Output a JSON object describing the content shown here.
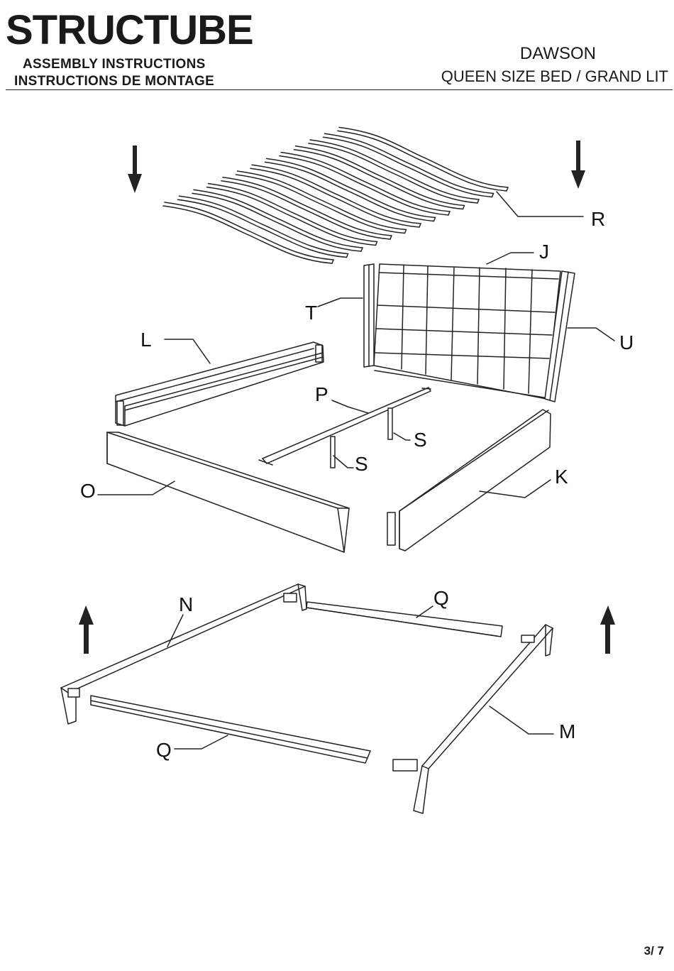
{
  "header": {
    "brand": "STRUCTUBE",
    "subtitle_en": "ASSEMBLY INSTRUCTIONS",
    "subtitle_fr": "INSTRUCTIONS DE MONTAGE",
    "model": "DAWSON",
    "product": "QUEEN SIZE BED / GRAND LIT"
  },
  "diagram": {
    "labels": {
      "R": "R",
      "J": "J",
      "T": "T",
      "U": "U",
      "L": "L",
      "P": "P",
      "S1": "S",
      "S2": "S",
      "O": "O",
      "K": "K",
      "N": "N",
      "Q1": "Q",
      "Q2": "Q",
      "M": "M"
    },
    "icons": [
      "arrow-down-icon",
      "arrow-up-icon"
    ]
  },
  "footer": {
    "page": "3/ 7"
  }
}
